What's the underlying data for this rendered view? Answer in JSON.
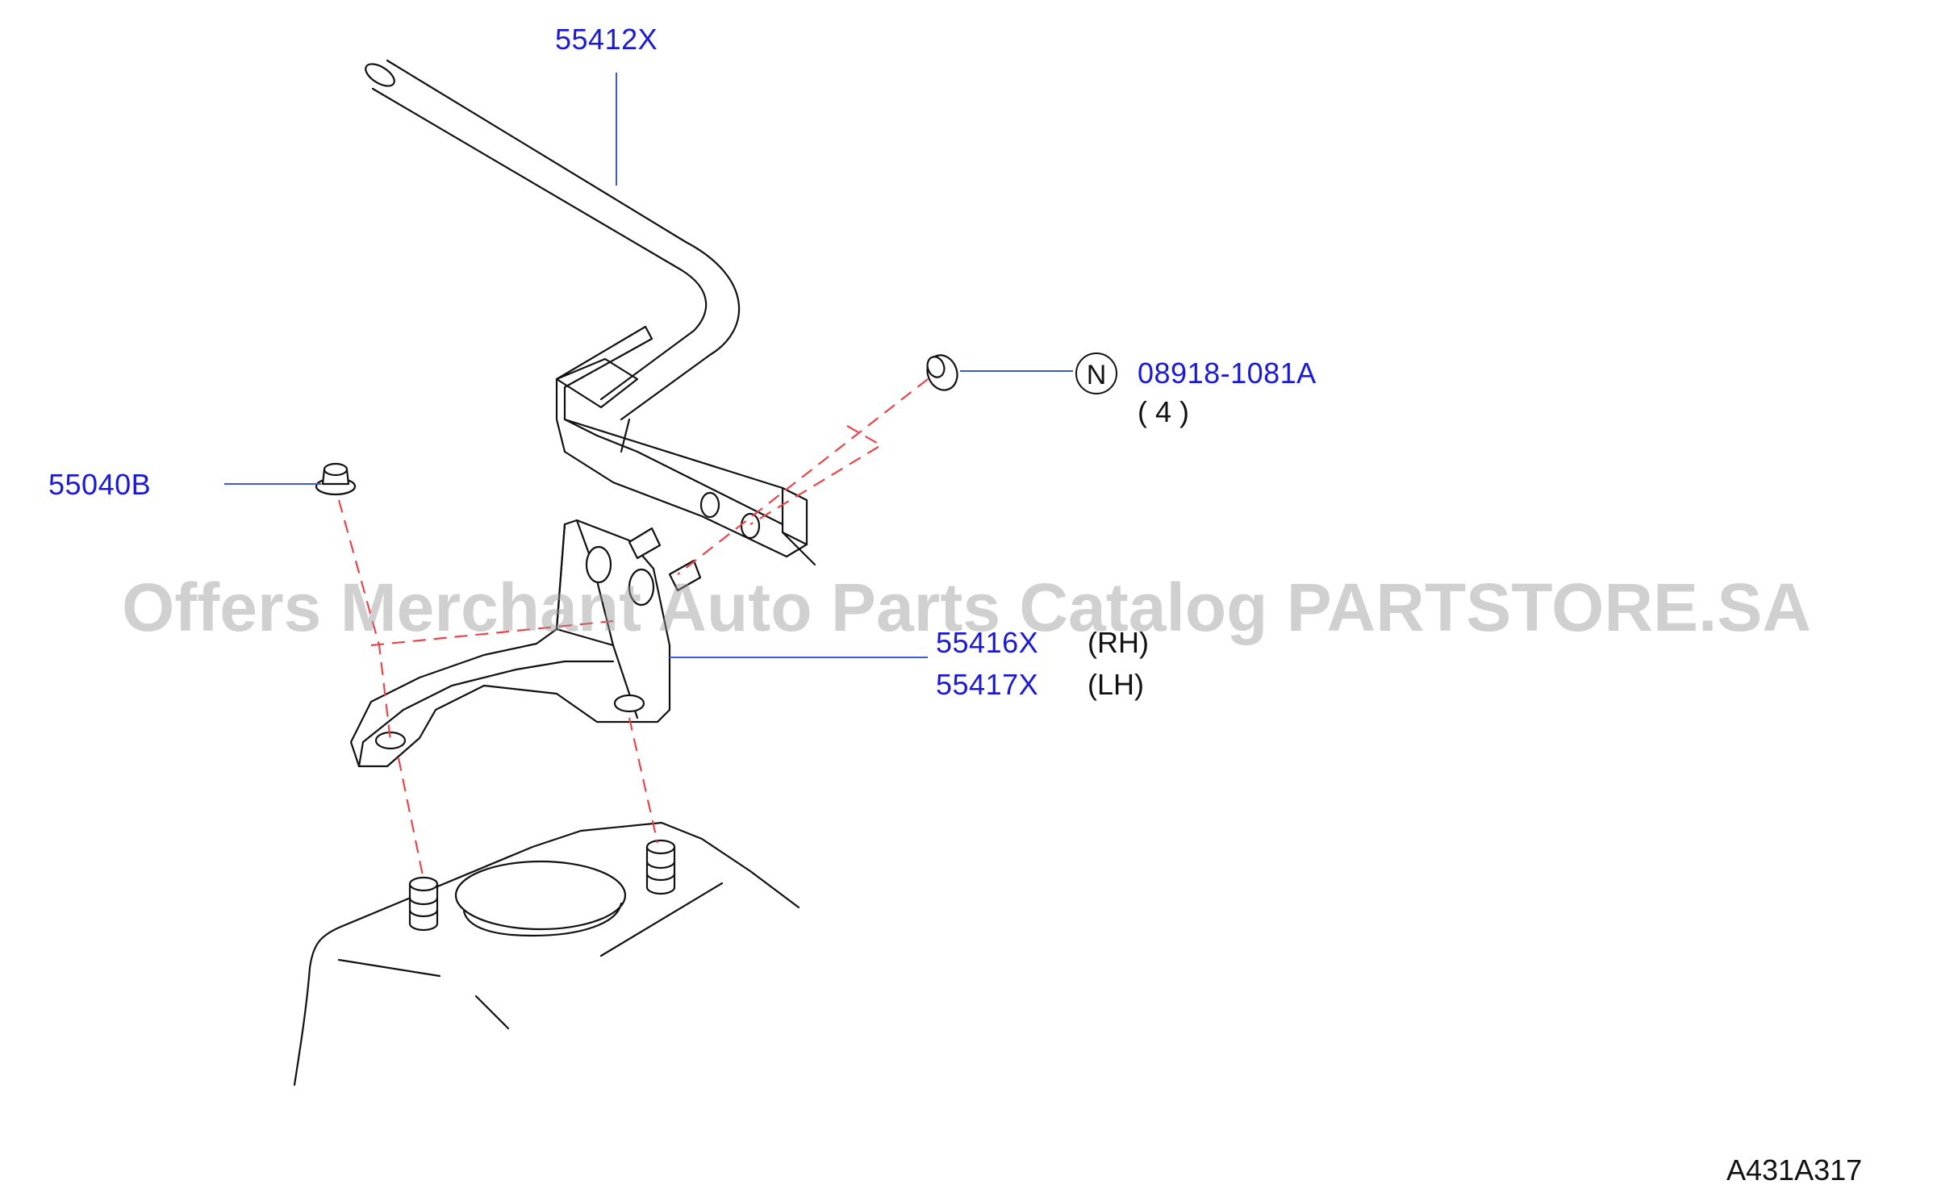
{
  "diagram": {
    "callouts": [
      {
        "id": "stabilizer",
        "part_number": "55412X"
      },
      {
        "id": "nut",
        "part_number": "08918-1081A",
        "note_symbol": "N",
        "quantity": "( 4 )"
      },
      {
        "id": "bushing",
        "part_number": "55040B"
      },
      {
        "id": "bracket-rh",
        "part_number": "55416X",
        "side": "(RH)"
      },
      {
        "id": "bracket-lh",
        "part_number": "55417X",
        "side": "(LH)"
      }
    ],
    "reference_code": "A431A317",
    "watermark": "Offers Merchant Auto Parts Catalog PARTSTORE.SA",
    "colors": {
      "label": "#1a1ad6",
      "leader": "#3a5ad6",
      "dashed_guide": "#e8454a",
      "outline": "#111111"
    }
  }
}
